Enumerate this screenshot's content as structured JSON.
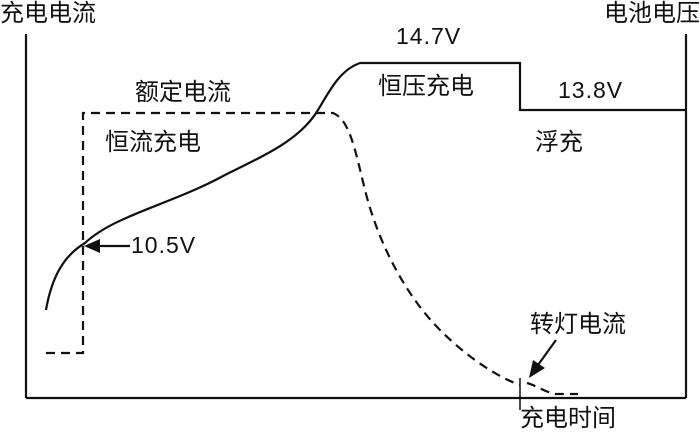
{
  "axes": {
    "left_label": "充电电流",
    "right_label": "电池电压",
    "bottom_label": "充电时间"
  },
  "annotations": {
    "rated_current": "额定电流",
    "constant_current": "恒流充电",
    "constant_voltage": "恒压充电",
    "float_charge": "浮充",
    "voltage_start": "10.5V",
    "voltage_cv": "14.7V",
    "voltage_float": "13.8V",
    "switch_current": "转灯电流"
  },
  "colors": {
    "line": "#111111",
    "background": "#ffffff"
  }
}
